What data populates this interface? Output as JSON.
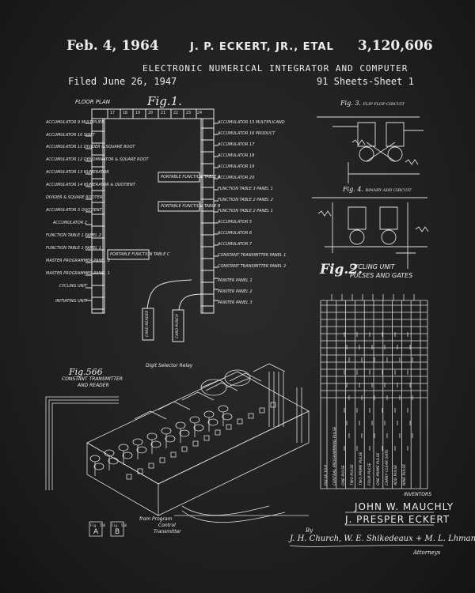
{
  "header": {
    "date": "Feb. 4, 1964",
    "inventors": "J. P. ECKERT, JR., ETAL",
    "patent_number": "3,120,606",
    "title": "ELECTRONIC NUMERICAL INTEGRATOR AND COMPUTER",
    "filed": "Filed June 26, 1947",
    "sheets": "91 Sheets-Sheet 1"
  },
  "fig1": {
    "label": "Fig.1.",
    "floor_plan": "FLOOR PLAN",
    "left_labels": [
      "ACCUMULATOR 9 MULTIPLIER",
      "ACCUMULATOR 10 SHIFT",
      "ACCUMULATOR 11 DIVIDER & SQUARE ROOT",
      "ACCUMULATOR 12 DENOMINATOR & SQUARE ROOT",
      "ACCUMULATOR 13 NUMERATOR",
      "ACCUMULATOR 14 NUMERATOR & QUOTIENT",
      "DIVIDER & SQUARE ROOTER",
      "ACCUMULATOR 3 QUOTIENT",
      "ACCUMULATOR 2",
      "FUNCTION TABLE 1 PANEL 2",
      "FUNCTION TABLE 1 PANEL 1",
      "MASTER PROGRAMMER PANEL 2",
      "MASTER PROGRAMMER PANEL 1",
      "CYCLING UNIT",
      "INITIATING UNIT"
    ],
    "right_labels": [
      "ACCUMULATOR 15 MULTIPLICAND",
      "ACCUMULATOR 16 PRODUCT",
      "ACCUMULATOR 17",
      "ACCUMULATOR 18",
      "ACCUMULATOR 19",
      "ACCUMULATOR 20",
      "FUNCTION TABLE 3 PANEL 1",
      "FUNCTION TABLE 2 PANEL 2",
      "FUNCTION TABLE 2 PANEL 1",
      "ACCUMULATOR 5",
      "ACCUMULATOR 6",
      "ACCUMULATOR 7",
      "CONSTANT TRANSMITTER PANEL 1",
      "CONSTANT TRANSMITTER PANEL 2",
      "PRINTER PANEL 1",
      "PRINTER PANEL 2",
      "PRINTER PANEL 3"
    ],
    "column_numbers": [
      "17",
      "18",
      "19",
      "20",
      "21",
      "22",
      "23",
      "24"
    ],
    "inner_box_1": "PORTABLE FUNCTION TABLE A",
    "inner_box_2": "PORTABLE FUNCTION TABLE B",
    "inner_box_3": "PORTABLE FUNCTION TABLE C",
    "card_reader": "CARD READER",
    "card_punch": "CARD PUNCH"
  },
  "fig3": {
    "label": "Fig. 3.",
    "sub": "FLIP FLOP CIRCUIT"
  },
  "fig4": {
    "label": "Fig. 4.",
    "sub": "BINARY ADD CIRCUIT"
  },
  "fig2": {
    "label": "Fig.2.",
    "line1": "CYCLING UNIT",
    "line2": "PULSES AND GATES",
    "row_labels": [
      "PULSE 10 P",
      "CENTRAL PROGRAMMING PULSE",
      "ONE PULSE",
      "TWO PULSE",
      "TWO PRIME PULSE",
      "FOUR PULSE",
      "ONE PRIME PULSE",
      "CARRY CLEAR GATE",
      "ADD PULSE",
      "NINE PULSE"
    ]
  },
  "fig566": {
    "label": "Fig.566",
    "line1": "CONSTANT TRANSMITTER",
    "line2": "AND READER",
    "digit_selector": "Digit Selector Relay",
    "from_program": "from Program",
    "control": "Control",
    "transmitter": "Transmitter",
    "box_a_label": "Fig. 566",
    "box_a": "A",
    "box_b_label": "Fig. 566",
    "box_b": "B"
  },
  "signature": {
    "inventors_label": "INVENTORS",
    "inventor1": "JOHN W. MAUCHLY",
    "inventor2": "J. PRESPER ECKERT",
    "by": "By",
    "attorneys_sig": "J. H. Church, W. E. Shikedeaux + M. L. Lhman",
    "attorneys_label": "Attorneys"
  }
}
